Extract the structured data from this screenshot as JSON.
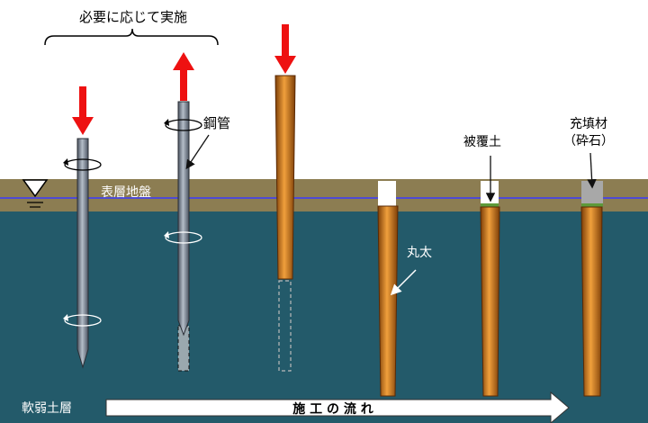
{
  "labels": {
    "as_needed": "必要に応じて実施",
    "steel_pipe": "鋼管",
    "surface_ground": "表層地盤",
    "log": "丸太",
    "cover_soil": "被覆土",
    "filler_line1": "充填材",
    "filler_line2": "（砕石）",
    "soft_layer": "軟弱土層",
    "flow": "施 工 の 流 れ"
  },
  "colors": {
    "soft_layer": "#235a6a",
    "surface_ground": "#8c7d52",
    "groundwater_line": "#3a3aff",
    "down_arrow": "#ee1111",
    "steel": "#7a8796",
    "log": "#c0701a",
    "crushed_stone": "#a8a8a8"
  }
}
